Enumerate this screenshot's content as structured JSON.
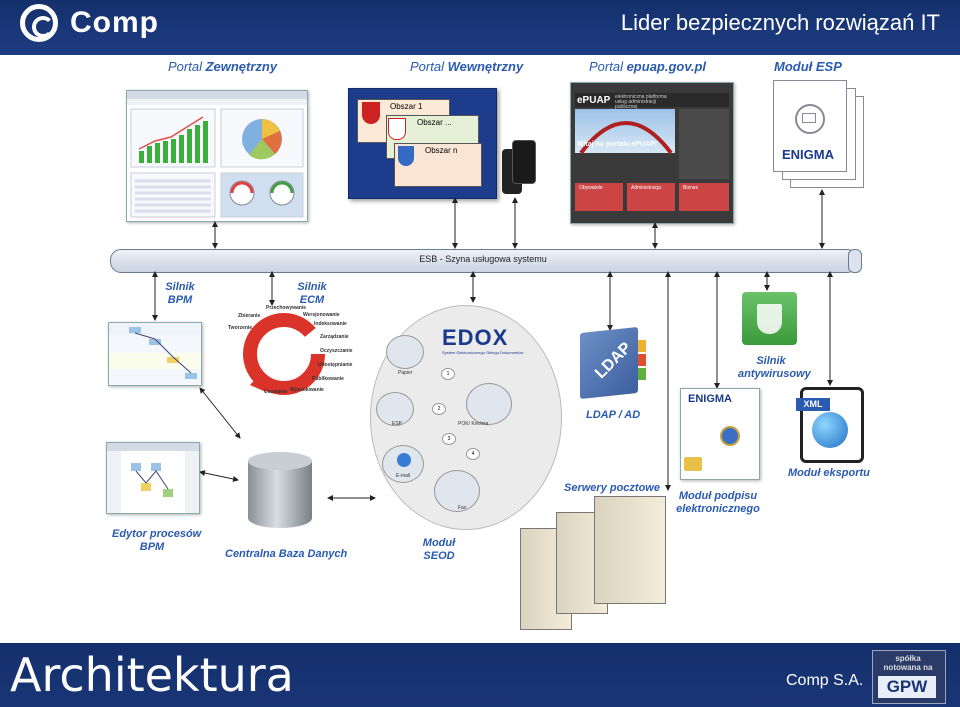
{
  "header": {
    "logo_text": "Comp",
    "tagline": "Lider bezpiecznych rozwiązań IT"
  },
  "portals": {
    "zewnetrzny": {
      "prefix": "Portal ",
      "bold": "Zewnętrzny"
    },
    "wewnetrzny": {
      "prefix": "Portal ",
      "bold": "Wewnętrzny"
    },
    "epuap": {
      "prefix": "Portal ",
      "bold": "epuap.gov.pl"
    },
    "esp": {
      "bold": "Moduł ESP"
    }
  },
  "areas": {
    "first": "Obszar 1",
    "second": "Obszar ...",
    "third": "Obszar n"
  },
  "epuap_page": {
    "logo": "ePUAP",
    "subtitle": "elektroniczna platforma usług administracji publicznej",
    "welcome": "Witaj na portalu ePUAP!",
    "tiles": [
      "Obywatele",
      "Administracja",
      "Biznes"
    ]
  },
  "esb": {
    "label": "ESB - Szyna usługowa systemu"
  },
  "components": {
    "silnik_bpm": "Silnik\nBPM",
    "silnik_ecm": "Silnik\nECM",
    "ldap": "LDAP / AD",
    "antywirus": "Silnik\nantywirusowy",
    "serwery": "Serwery pocztowe",
    "podpis": "Moduł podpisu\nelektronicznego",
    "eksport": "Moduł eksportu",
    "edytor": "Edytor procesów\nBPM",
    "baza": "Centralna Baza Danych",
    "seod": "Moduł\nSEOD"
  },
  "ecm_cycle": [
    "Przechowywanie",
    "Wersjonowanie",
    "Indeksowanie",
    "Zarządzanie",
    "Oczyszczanie",
    "Udostępnianie",
    "Publikowanie",
    "Wyszukiwanie",
    "Usuwanie",
    "Tworzenie",
    "Zbieranie"
  ],
  "edox": {
    "logo": "EDOX",
    "subtitle": "System Elektronicznego Obiegu Dokumentów",
    "nodes": [
      "Papier",
      "ESP",
      "POK/ Kreśnia",
      "E-mail",
      "Fax"
    ],
    "steps": [
      "1",
      "2",
      "3",
      "4"
    ]
  },
  "enigma": {
    "logo": "ENIGMA"
  },
  "ldap_book": "LDAP",
  "xml_label": "XML",
  "footer": {
    "title": "Architektura",
    "company": "Comp S.A.",
    "gpw_top": "spółka notowana na",
    "gpw": "GPW"
  },
  "colors": {
    "header": "#1a3576",
    "accent_blue": "#2a5bb0",
    "green_shield": "#4caf50",
    "ecm_red": "#d9332a"
  }
}
